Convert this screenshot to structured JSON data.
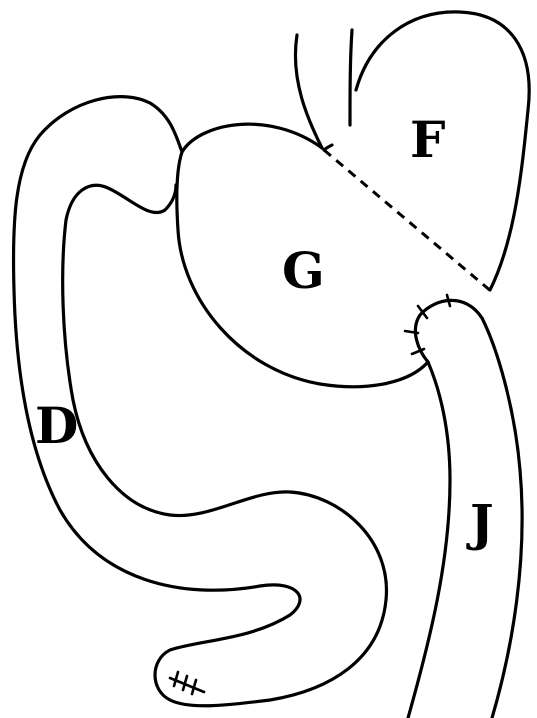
{
  "labels": {
    "F": "F",
    "G": "G",
    "D": "D",
    "J": "J"
  },
  "colors": {
    "stroke": "#000000",
    "background": "#ffffff"
  }
}
